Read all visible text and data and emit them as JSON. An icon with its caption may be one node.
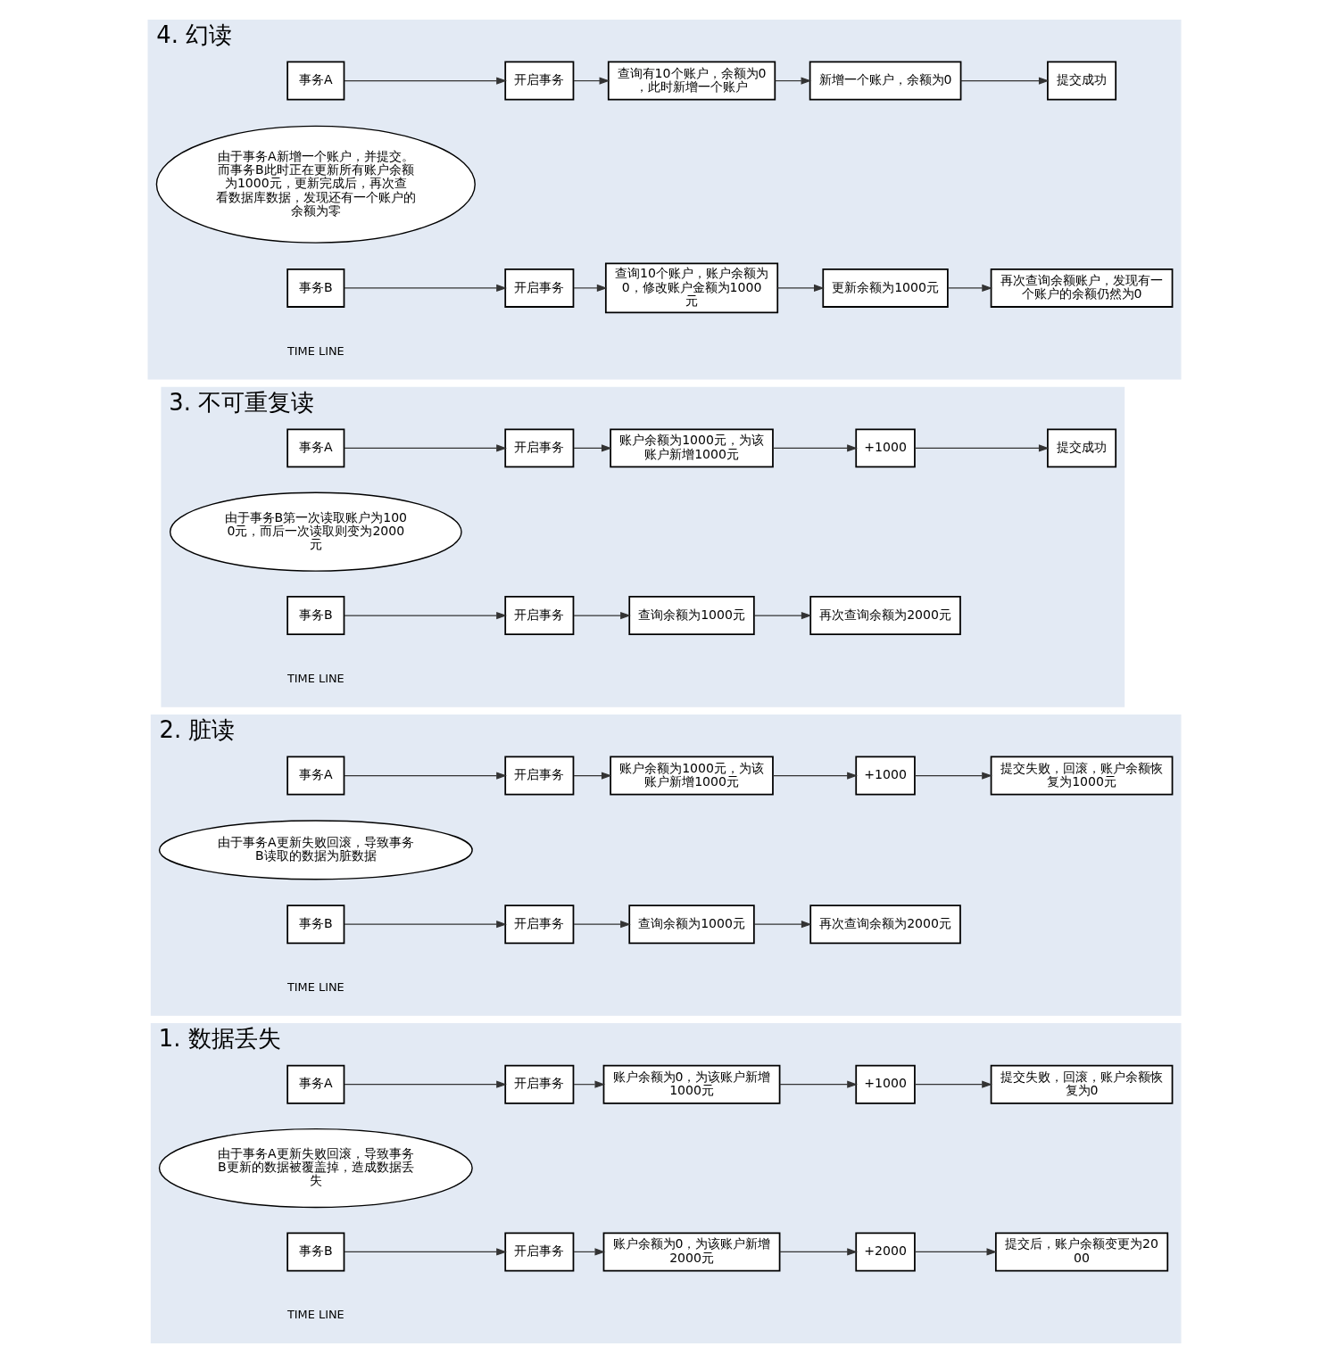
{
  "diagram": {
    "nodes": [
      {
        "text": [
          "1. 数据丢失"
        ]
      },
      {
        "text": [
          "事务A"
        ],
        "in": 0
      },
      {
        "text": [
          "开启事务"
        ],
        "in": 0
      },
      {
        "text": [
          "账户余额为0，为该账户新增1000元"
        ],
        "in": 0
      },
      {
        "text": [
          "+1000"
        ],
        "in": 0
      },
      {
        "text": [
          "提交失败，回滚，账户余额恢复为0"
        ],
        "in": 0
      },
      {
        "text": [
          "由于事务A更新失败回滚，导致事务B更新的数据被覆盖掉，造成数据丢失"
        ],
        "in": 0
      },
      {
        "text": [
          "事务B"
        ],
        "in": 0
      },
      {
        "text": [
          "开启事务"
        ],
        "in": 0
      },
      {
        "text": [
          "账户余额为0，为该账户新增2000元"
        ],
        "in": 0
      },
      {
        "text": [
          "+2000"
        ],
        "in": 0
      },
      {
        "text": [
          "提交后，账户余额变更为2000"
        ],
        "in": 0
      },
      {
        "text": [
          "2. 脏读"
        ]
      },
      {
        "text": [
          "事务A"
        ],
        "in": 12
      },
      {
        "text": [
          "开启事务"
        ],
        "in": 12
      },
      {
        "text": [
          "账户余额为1000元，为该账户新增1000元"
        ],
        "in": 12
      },
      {
        "text": [
          "+1000"
        ],
        "in": 12
      },
      {
        "text": [
          "提交失败，回滚，账户余额恢复为1000元"
        ],
        "in": 12
      },
      {
        "text": [
          "由于事务A更新失败回滚，导致事务B读取的数据为脏数据"
        ],
        "in": 12
      },
      {
        "text": [
          "事务B"
        ],
        "in": 12
      },
      {
        "text": [
          "开启事务"
        ],
        "in": 12
      },
      {
        "text": [
          "查询余额为1000元"
        ],
        "in": 12
      },
      {
        "text": [
          "再次查询余额为2000元"
        ],
        "in": 12
      },
      {
        "text": [
          "3. 不可重复读"
        ]
      },
      {
        "text": [
          "事务A"
        ],
        "in": 23
      },
      {
        "text": [
          "开启事务"
        ],
        "in": 23
      },
      {
        "text": [
          "账户余额为1000元，为该账户新增1000元"
        ],
        "in": 23
      },
      {
        "text": [
          "+1000"
        ],
        "in": 23
      },
      {
        "text": [
          "提交成功"
        ],
        "in": 23
      },
      {
        "text": [
          "由于事务B第一次读取账户为1000元，而后一次读取则变为2000元"
        ],
        "in": 23
      },
      {
        "text": [
          "事务B"
        ],
        "in": 23
      },
      {
        "text": [
          "开启事务"
        ],
        "in": 23
      },
      {
        "text": [
          "查询余额为1000元"
        ],
        "in": 23
      },
      {
        "text": [
          "再次查询余额为2000元"
        ],
        "in": 23
      },
      {
        "text": [
          "4. 幻读"
        ]
      },
      {
        "text": [
          "事务A"
        ],
        "in": 34
      },
      {
        "text": [
          "开启事务"
        ],
        "in": 34
      },
      {
        "text": [
          "查询有10个账户，余额为0，此时新增一个账户"
        ],
        "in": 34
      },
      {
        "text": [
          "新增一个账户，余额为0"
        ],
        "in": 34
      },
      {
        "text": [
          "提交成功"
        ],
        "in": 34
      },
      {
        "text": [
          "由于事务A新增一个账户，并提交。而事务B此时正在更新所有账户余额为1000元，更新完成后，再次查看数据库数据，发现还有一个账户的余额为零"
        ],
        "in": 34
      },
      {
        "text": [
          "事务B"
        ],
        "in": 34
      },
      {
        "text": [
          "开启事务"
        ],
        "in": 34
      },
      {
        "text": [
          "查询10个账户，账户余额为0，修改账户金额为1000元"
        ],
        "in": 34
      },
      {
        "text": [
          "更新余额为1000元"
        ],
        "in": 34
      },
      {
        "text": [
          "再次查询余额账户，发现有一个账户的余额仍然为0"
        ],
        "in": 34
      }
    ],
    "edges": [
      {
        "from": 1,
        "to": 2,
        "arrow": "to"
      },
      {
        "from": 2,
        "to": 3,
        "arrow": "to"
      },
      {
        "from": 3,
        "to": 4,
        "arrow": "to"
      },
      {
        "from": 4,
        "to": 5,
        "arrow": "to"
      },
      {
        "from": 7,
        "to": 8,
        "arrow": "to"
      },
      {
        "from": 8,
        "to": 9,
        "arrow": "to"
      },
      {
        "from": 9,
        "to": 10,
        "arrow": "to"
      },
      {
        "from": 10,
        "to": 11,
        "arrow": "to"
      },
      {
        "from": 13,
        "to": 14,
        "arrow": "to"
      },
      {
        "from": 14,
        "to": 15,
        "arrow": "to"
      },
      {
        "from": 15,
        "to": 16,
        "arrow": "to"
      },
      {
        "from": 16,
        "to": 17,
        "arrow": "to"
      },
      {
        "from": 19,
        "to": 20,
        "arrow": "to"
      },
      {
        "from": 20,
        "to": 21,
        "arrow": "to"
      },
      {
        "from": 21,
        "to": 22,
        "arrow": "to"
      },
      {
        "from": 24,
        "to": 25,
        "arrow": "to"
      },
      {
        "from": 25,
        "to": 26,
        "arrow": "to"
      },
      {
        "from": 26,
        "to": 27,
        "arrow": "to"
      },
      {
        "from": 27,
        "to": 28,
        "arrow": "to"
      },
      {
        "from": 30,
        "to": 31,
        "arrow": "to"
      },
      {
        "from": 31,
        "to": 32,
        "arrow": "to"
      },
      {
        "from": 32,
        "to": 33,
        "arrow": "to"
      },
      {
        "from": 35,
        "to": 36,
        "arrow": "to"
      },
      {
        "from": 36,
        "to": 37,
        "arrow": "to"
      },
      {
        "from": 37,
        "to": 38,
        "arrow": "to"
      },
      {
        "from": 38,
        "to": 39,
        "arrow": "to"
      },
      {
        "from": 41,
        "to": 42,
        "arrow": "to"
      },
      {
        "from": 42,
        "to": 43,
        "arrow": "to"
      },
      {
        "from": 43,
        "to": 44,
        "arrow": "to"
      },
      {
        "from": 44,
        "to": 45,
        "arrow": "to"
      }
    ],
    "labels": [
      "TIME LINE",
      "TIME LINE",
      "TIME LINE",
      "TIME LINE"
    ]
  }
}
